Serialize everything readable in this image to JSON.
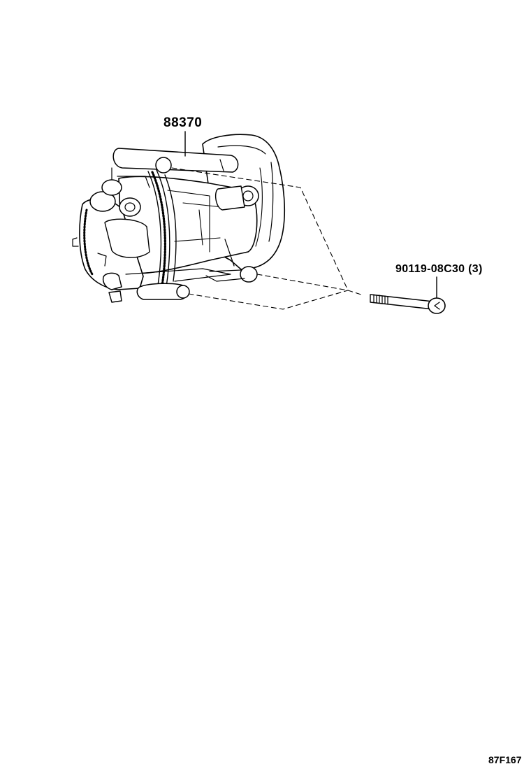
{
  "parts": [
    {
      "number": "88370"
    },
    {
      "number": "90119-08C30",
      "quantity": "(3)"
    }
  ],
  "illustration_code": "87F167",
  "colors": {
    "line": "#000000",
    "background": "#ffffff"
  }
}
